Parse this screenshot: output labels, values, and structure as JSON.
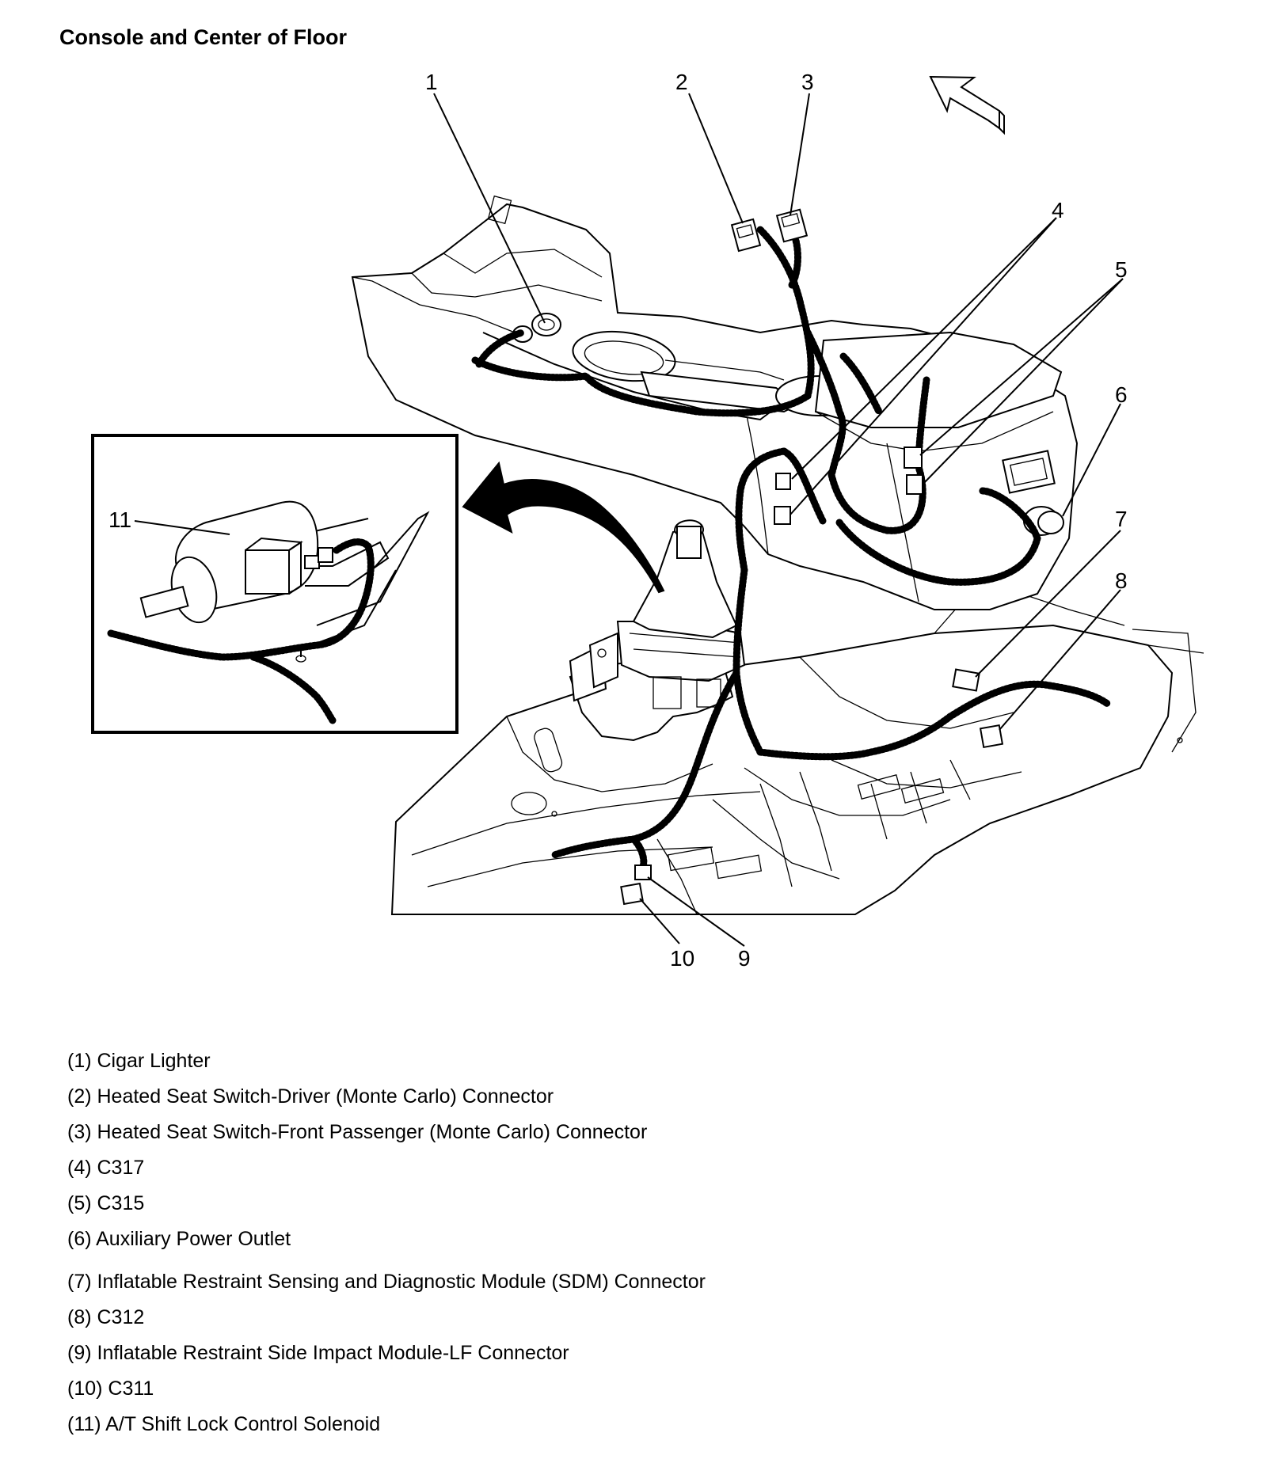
{
  "title": "Console and Center of Floor",
  "callouts": [
    "1",
    "2",
    "3",
    "4",
    "5",
    "6",
    "7",
    "8",
    "9",
    "10",
    "11"
  ],
  "legend": [
    "(1) Cigar Lighter",
    "(2) Heated Seat Switch-Driver (Monte Carlo) Connector",
    "(3) Heated Seat Switch-Front Passenger (Monte Carlo) Connector",
    "(4) C317",
    "(5) C315",
    "(6) Auxiliary Power Outlet",
    "(7) Inflatable Restraint Sensing and Diagnostic Module (SDM) Connector",
    "(8) C312",
    "(9) Inflatable Restraint Side Impact Module-LF Connector",
    "(10) C311",
    "(11) A/T Shift Lock Control Solenoid"
  ]
}
